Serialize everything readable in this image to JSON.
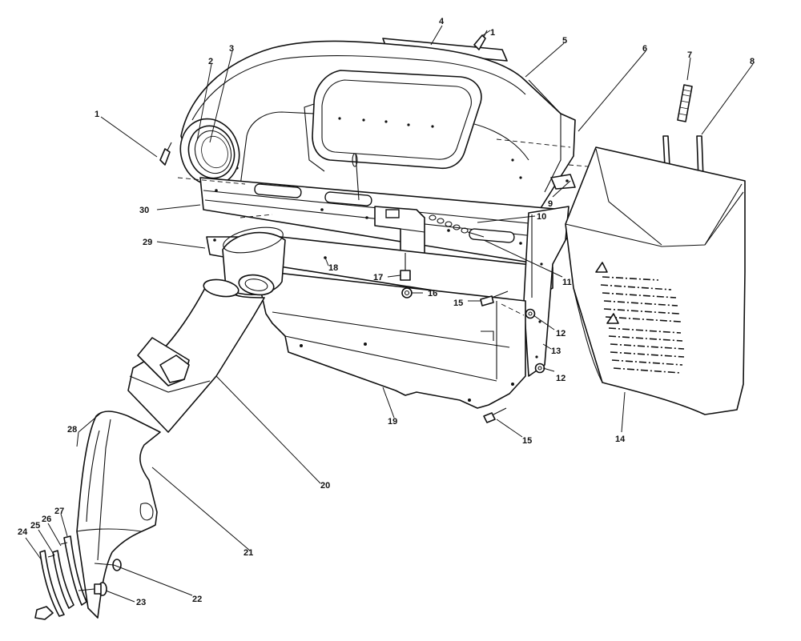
{
  "callouts": [
    {
      "id": "c1a",
      "text": "1"
    },
    {
      "id": "c1b",
      "text": "1"
    },
    {
      "id": "c2",
      "text": "2"
    },
    {
      "id": "c3",
      "text": "3"
    },
    {
      "id": "c4",
      "text": "4"
    },
    {
      "id": "c5",
      "text": "5"
    },
    {
      "id": "c6",
      "text": "6"
    },
    {
      "id": "c7",
      "text": "7"
    },
    {
      "id": "c8",
      "text": "8"
    },
    {
      "id": "c9",
      "text": "9"
    },
    {
      "id": "c10",
      "text": "10"
    },
    {
      "id": "c11",
      "text": "11"
    },
    {
      "id": "c12a",
      "text": "12"
    },
    {
      "id": "c12b",
      "text": "12"
    },
    {
      "id": "c13",
      "text": "13"
    },
    {
      "id": "c14",
      "text": "14"
    },
    {
      "id": "c15a",
      "text": "15"
    },
    {
      "id": "c15b",
      "text": "15"
    },
    {
      "id": "c16",
      "text": "16"
    },
    {
      "id": "c17",
      "text": "17"
    },
    {
      "id": "c18",
      "text": "18"
    },
    {
      "id": "c19",
      "text": "19"
    },
    {
      "id": "c20",
      "text": "20"
    },
    {
      "id": "c21",
      "text": "21"
    },
    {
      "id": "c22",
      "text": "22"
    },
    {
      "id": "c23",
      "text": "23"
    },
    {
      "id": "c24",
      "text": "24"
    },
    {
      "id": "c25",
      "text": "25"
    },
    {
      "id": "c26",
      "text": "26"
    },
    {
      "id": "c27",
      "text": "27"
    },
    {
      "id": "c28",
      "text": "28"
    },
    {
      "id": "c29",
      "text": "29"
    },
    {
      "id": "c30",
      "text": "30"
    }
  ],
  "colors": {
    "line": "#111111",
    "background": "#ffffff"
  }
}
